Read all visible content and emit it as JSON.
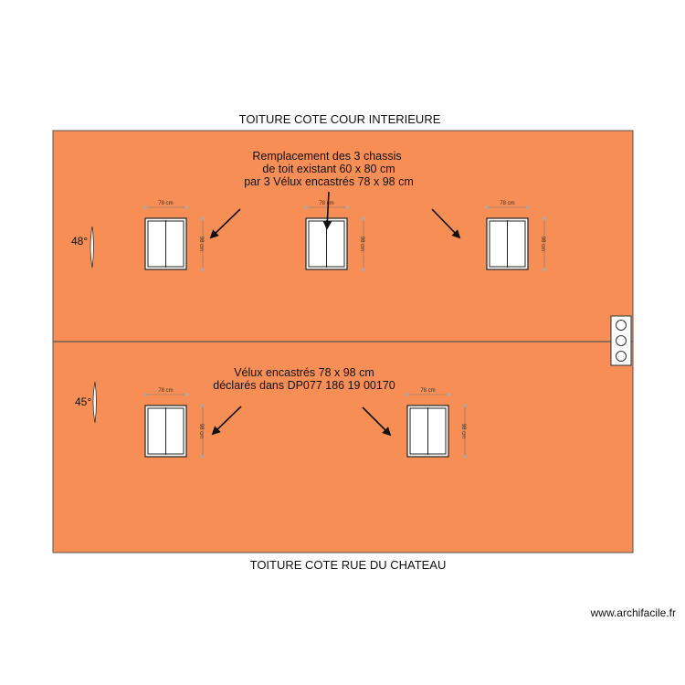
{
  "diagram": {
    "top_label": "TOITURE COTE COUR INTERIEURE",
    "bottom_label": "TOITURE COTE RUE DU CHATEAU",
    "watermark": "www.archifacile.fr",
    "upper_note": [
      "Remplacement des 3 chassis",
      "de toit existant 60 x 80 cm",
      "par 3 Vélux encastrés 78 x 98 cm"
    ],
    "lower_note": [
      "Vélux encastrés 78 x 98 cm",
      "déclarés dans DP077 186 19 00170"
    ],
    "upper_slope": {
      "angle": "48°"
    },
    "lower_slope": {
      "angle": "45°"
    },
    "window_width_label": "78 cm",
    "window_height_label": "98 cm",
    "colors": {
      "roof": "#f68e56",
      "roof_border": "#555555",
      "ridge": "#555555"
    },
    "icons": [
      "window-icon",
      "arrow-icon",
      "chimney-vents-icon",
      "slope-angle-icon"
    ]
  }
}
